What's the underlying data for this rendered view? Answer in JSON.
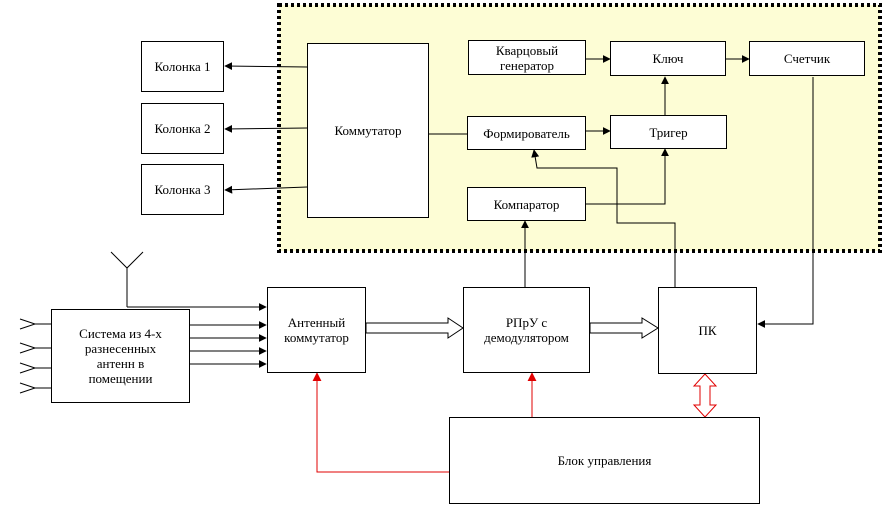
{
  "colors": {
    "panel_fill": "#fdfdd5",
    "panel_border": "#000000",
    "line": "#000000",
    "control_line": "#e00000"
  },
  "icons": {
    "antenna": "antenna-icon"
  },
  "blocks": {
    "kolonka1": "Колонка 1",
    "kolonka2": "Колонка 2",
    "kolonka3": "Колонка 3",
    "kommutator": "Коммутатор",
    "kvarc_line1": "Кварцовый",
    "kvarc_line2": "генератор",
    "kluch": "Ключ",
    "schetchik": "Счетчик",
    "formirovatel": "Формирователь",
    "triger": "Тригер",
    "komparator": "Компаратор",
    "sistema_line1": "Система из 4-х",
    "sistema_line2": "разнесенных",
    "sistema_line3": "антенн в",
    "sistema_line4": "помещении",
    "antenny_line1": "Антенный",
    "antenny_line2": "коммутатор",
    "rpru_line1": "РПрУ с",
    "rpru_line2": "демодулятором",
    "pk": "ПК",
    "blok": "Блок управления"
  }
}
